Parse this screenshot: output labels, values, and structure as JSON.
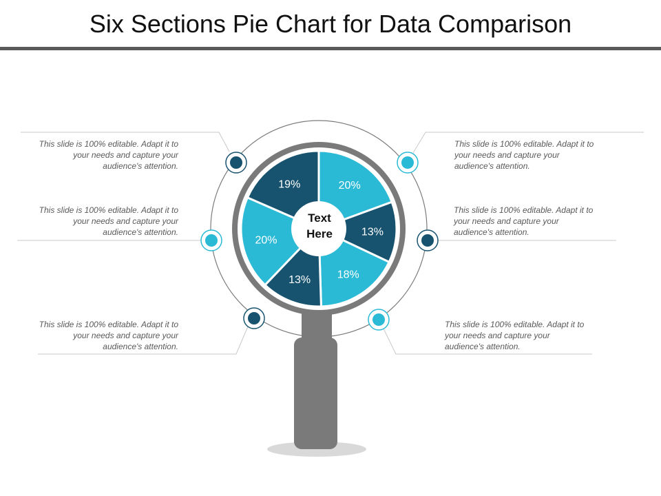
{
  "title": "Six Sections Pie Chart for Data Comparison",
  "colors": {
    "dark": "#17536f",
    "light": "#2bbad6",
    "gray": "#7a7a7a",
    "rule": "#5a5a5a",
    "line": "#c8c8c8"
  },
  "descriptions": {
    "left_top": "This slide is 100% editable. Adapt it to your needs and capture your audience's attention.",
    "left_mid": "This slide is 100% editable. Adapt it to your needs and capture your audience's attention.",
    "left_bottom": "This slide is 100% editable. Adapt it to your needs and capture your audience's attention.",
    "right_top": "This slide is 100% editable. Adapt it to your needs and capture your audience's attention.",
    "right_mid": "This slide is 100% editable. Adapt it to your needs and capture your audience's attention.",
    "right_bottom": "This slide is 100% editable. Adapt it to your needs and capture your audience's attention."
  },
  "chart_data": {
    "type": "pie",
    "center_text_line1": "Text",
    "center_text_line2": "Here",
    "slices": [
      {
        "label": "20%",
        "value": 20,
        "color": "light"
      },
      {
        "label": "13%",
        "value": 13,
        "color": "dark"
      },
      {
        "label": "18%",
        "value": 18,
        "color": "light"
      },
      {
        "label": "13%",
        "value": 13,
        "color": "dark"
      },
      {
        "label": "20%",
        "value": 20,
        "color": "light"
      },
      {
        "label": "19%",
        "value": 19,
        "color": "dark"
      }
    ],
    "markers": [
      {
        "side": "left",
        "position": "top",
        "color": "dark"
      },
      {
        "side": "left",
        "position": "middle",
        "color": "light"
      },
      {
        "side": "left",
        "position": "bottom",
        "color": "dark"
      },
      {
        "side": "right",
        "position": "top",
        "color": "light"
      },
      {
        "side": "right",
        "position": "middle",
        "color": "dark"
      },
      {
        "side": "right",
        "position": "bottom",
        "color": "light"
      }
    ]
  }
}
